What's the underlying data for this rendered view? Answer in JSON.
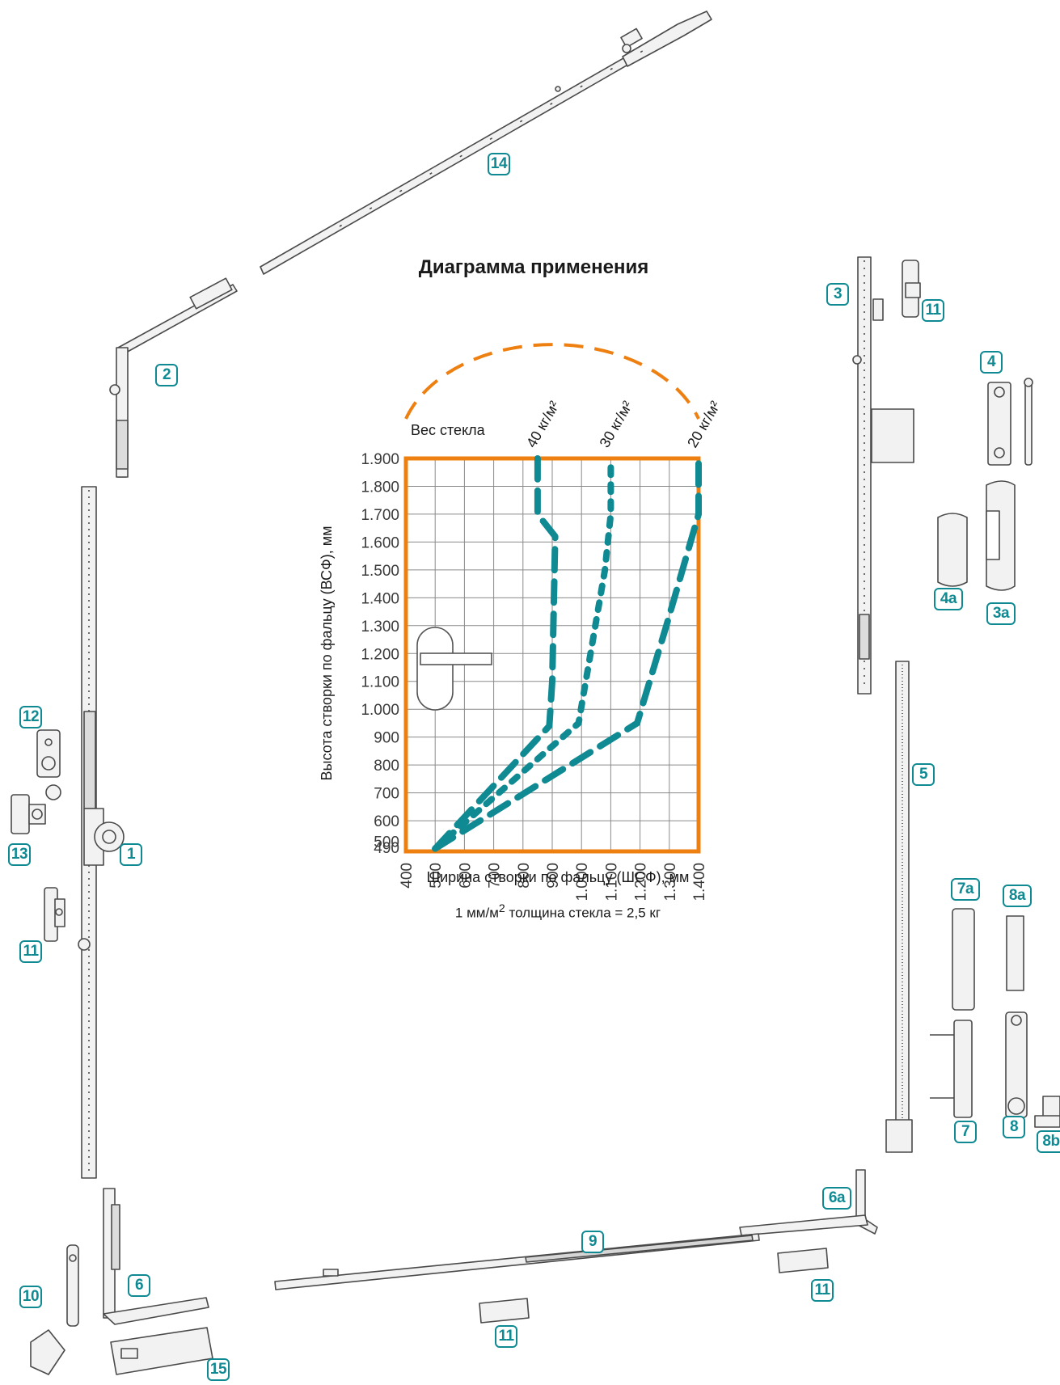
{
  "chart_data": {
    "type": "line",
    "title": "Диаграмма применения",
    "xlabel": "Ширина створки по фальцу (ШСФ), мм",
    "ylabel": "Высота створки по фальцу (ВСФ), мм",
    "legend_title": "Вес стекла",
    "footnote_text": "1 мм/м",
    "footnote_sup": "2",
    "footnote_rest": " толщина стекла = 2,5 кг",
    "xlim": [
      400,
      1400
    ],
    "ylim": [
      490,
      1900
    ],
    "x_ticks": [
      "400",
      "500",
      "600",
      "700",
      "800",
      "900",
      "1.000",
      "1.100",
      "1.200",
      "1.300",
      "1.400"
    ],
    "x_tick_values": [
      400,
      500,
      600,
      700,
      800,
      900,
      1000,
      1100,
      1200,
      1300,
      1400
    ],
    "y_ticks": [
      "490",
      "500",
      "600",
      "700",
      "800",
      "900",
      "1.000",
      "1.100",
      "1.200",
      "1.300",
      "1.400",
      "1.500",
      "1.600",
      "1.700",
      "1.800",
      "1.900"
    ],
    "y_tick_values": [
      490,
      500,
      600,
      700,
      800,
      900,
      1000,
      1100,
      1200,
      1300,
      1400,
      1500,
      1600,
      1700,
      1800,
      1900
    ],
    "grid": true,
    "series": [
      {
        "name": "40 кг/м²",
        "style": "dash-long",
        "x": [
          500,
          890,
          900,
          910,
          850,
          850
        ],
        "y": [
          500,
          940,
          1100,
          1620,
          1700,
          1900
        ]
      },
      {
        "name": "30 кг/м²",
        "style": "dash-short",
        "x": [
          500,
          990,
          1080,
          1100,
          1100
        ],
        "y": [
          500,
          950,
          1500,
          1700,
          1900
        ]
      },
      {
        "name": "20 кг/м²",
        "style": "dash-long",
        "x": [
          500,
          1190,
          1290,
          1400,
          1400
        ],
        "y": [
          500,
          950,
          1300,
          1700,
          1900
        ]
      }
    ],
    "colors": {
      "frame": "#ee8012",
      "series": "#0f8a93",
      "grid": "#8a8a8a"
    }
  },
  "parts": [
    "1",
    "2",
    "3",
    "3a",
    "4",
    "4a",
    "5",
    "6",
    "6a",
    "7",
    "7a",
    "8",
    "8a",
    "8b",
    "9",
    "10",
    "11",
    "11",
    "11",
    "11",
    "12",
    "13",
    "14",
    "15"
  ],
  "colors": {
    "accent": "#0f8a93",
    "hardware": "#555555",
    "hardware_fill": "#f1f1f1"
  }
}
